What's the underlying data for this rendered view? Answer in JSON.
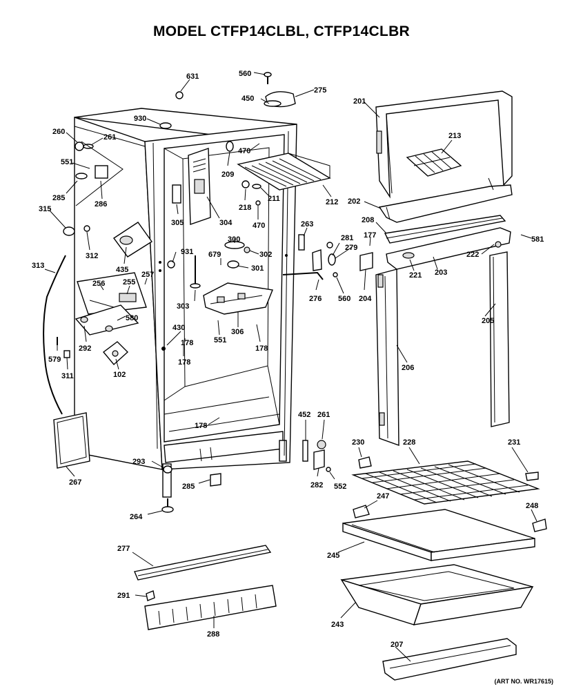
{
  "title": "MODEL CTFP14CLBL, CTFP14CLBR",
  "art_number": "(ART NO. WR17615)",
  "callouts": [
    "631",
    "560",
    "275",
    "450",
    "930",
    "201",
    "260",
    "261",
    "470",
    "209",
    "213",
    "551",
    "218",
    "211",
    "212",
    "285",
    "286",
    "202",
    "315",
    "470",
    "305",
    "304",
    "208",
    "263",
    "581",
    "312",
    "177",
    "931",
    "300",
    "302",
    "281",
    "279",
    "222",
    "313",
    "435",
    "257",
    "679",
    "301",
    "221",
    "203",
    "256",
    "255",
    "303",
    "560",
    "204",
    "276",
    "580",
    "178",
    "306",
    "430",
    "292",
    "205",
    "551",
    "178",
    "579",
    "178",
    "102",
    "311",
    "206",
    "452",
    "261",
    "230",
    "228",
    "231",
    "178",
    "293",
    "267",
    "282",
    "552",
    "247",
    "285",
    "264",
    "248",
    "277",
    "245",
    "291",
    "288",
    "243",
    "207"
  ]
}
